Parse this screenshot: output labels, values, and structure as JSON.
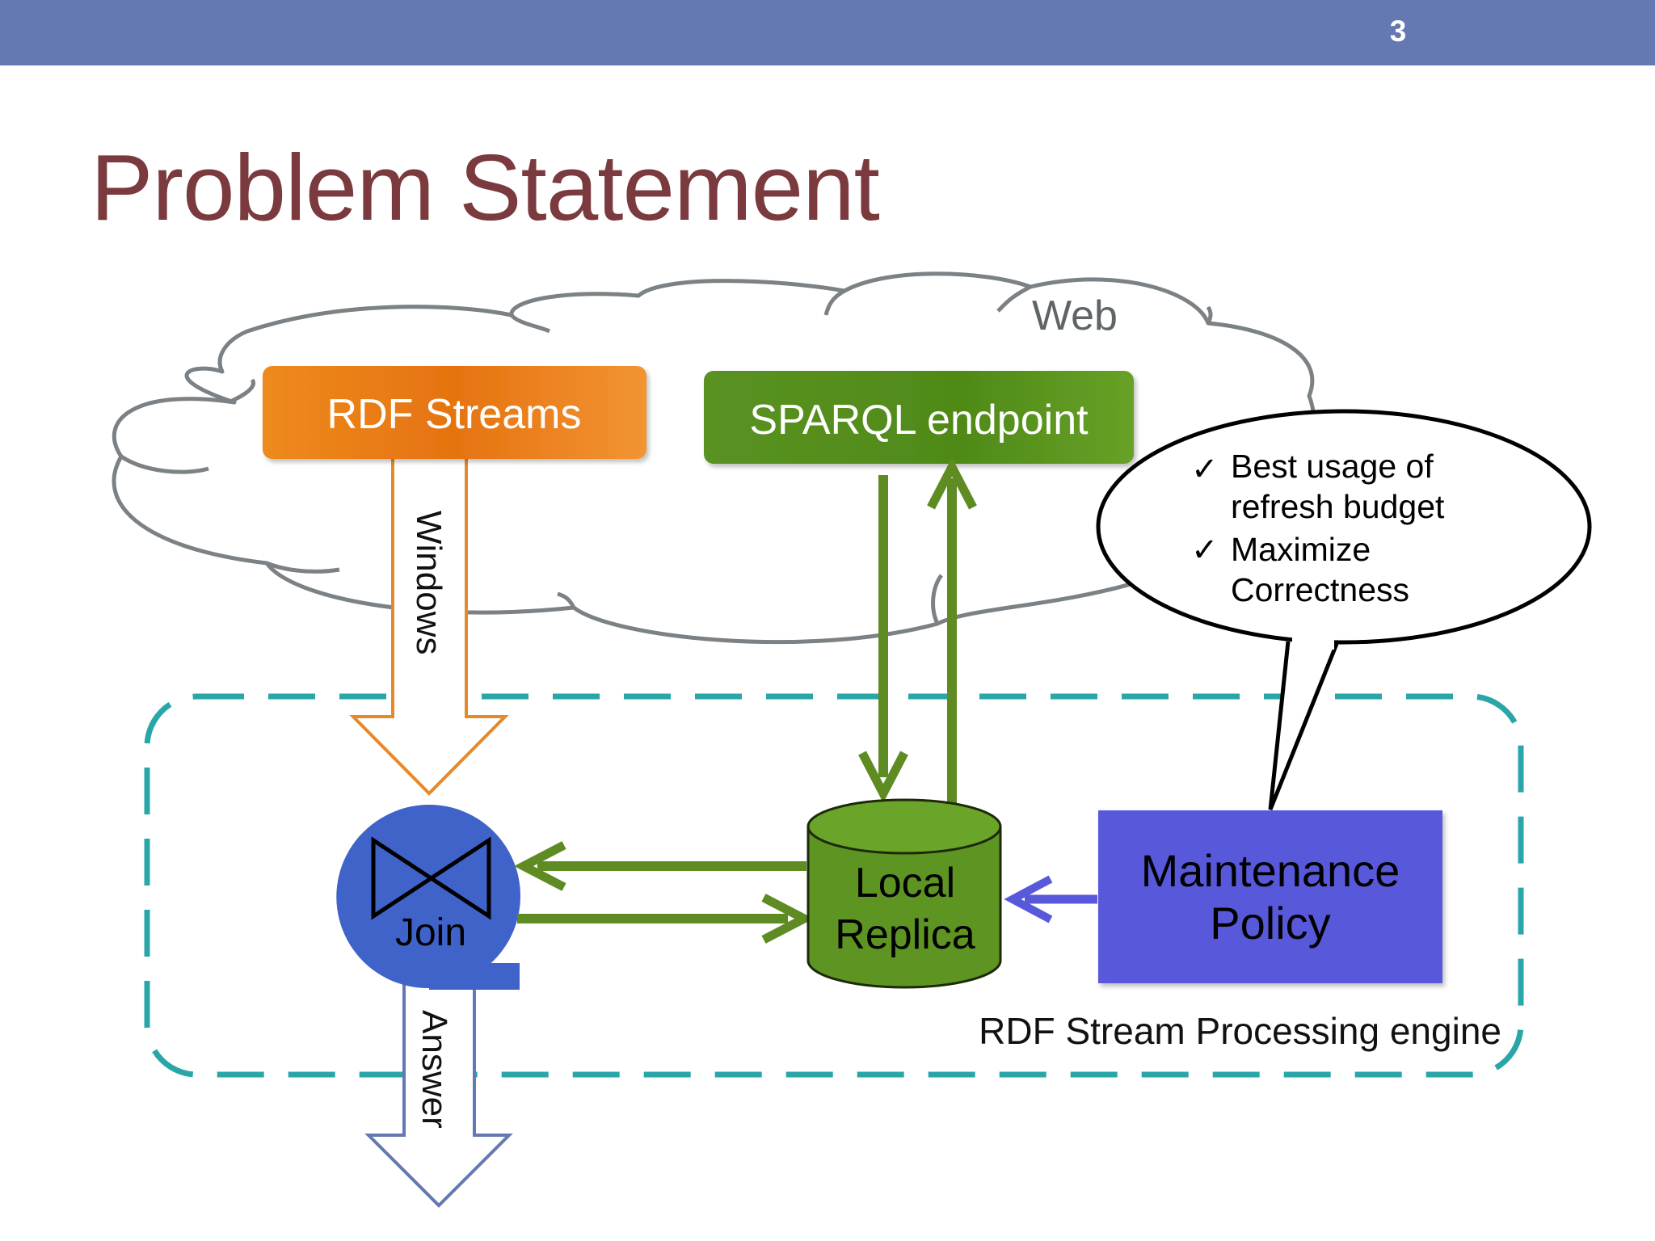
{
  "slide": {
    "number": "3",
    "title": "Problem Statement"
  },
  "diagram": {
    "cloud_label": "Web",
    "rdf_streams": "RDF Streams",
    "sparql_endpoint": "SPARQL endpoint",
    "windows_label": "Windows",
    "join_label": "Join",
    "join_symbol": "bowtie-join-icon",
    "answer_label": "Answer",
    "local_replica": [
      "Local",
      "Replica"
    ],
    "maintenance_policy": [
      "Maintenance",
      "Policy"
    ],
    "engine_label": "RDF Stream Processing engine",
    "callout": {
      "check_mark": "✓",
      "lines": [
        "Best usage of",
        "refresh budget",
        "Maximize",
        "Correctness"
      ]
    }
  },
  "colors": {
    "topbar": "#6478b2",
    "title": "#7a3a3e",
    "rdf_streams_box": "#f08a1e",
    "sparql_box": "#5e9421",
    "arrows_green": "#5e8b22",
    "join_circle": "#3f63c9",
    "replica_cylinder": "#5e9421",
    "maintenance_box": "#5858db",
    "engine_border": "#2aa6a8",
    "cloud_outline": "#7b8184",
    "windows_arrow": "#e48a2a",
    "answer_arrow": "#6478b2"
  }
}
